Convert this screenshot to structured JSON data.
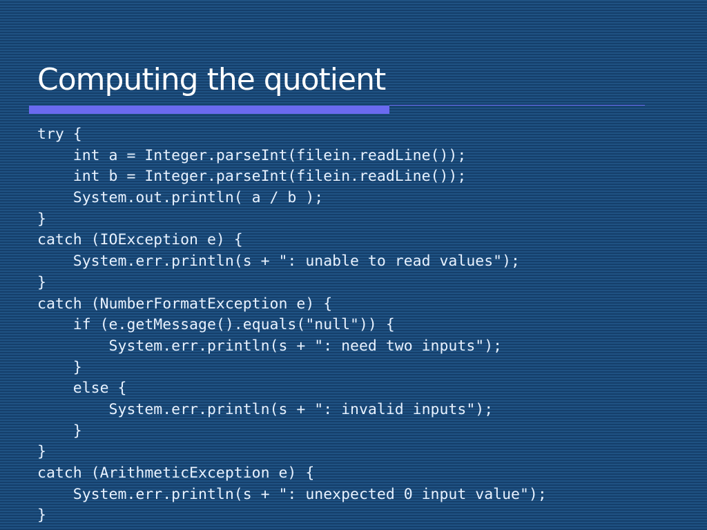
{
  "slide": {
    "title": "Computing the quotient",
    "code_lines": [
      "try {",
      "    int a = Integer.parseInt(filein.readLine());",
      "    int b = Integer.parseInt(filein.readLine());",
      "    System.out.println( a / b );",
      "}",
      "catch (IOException e) {",
      "    System.err.println(s + \": unable to read values\");",
      "}",
      "catch (NumberFormatException e) {",
      "    if (e.getMessage().equals(\"null\")) {",
      "        System.err.println(s + \": need two inputs\");",
      "    }",
      "    else {",
      "        System.err.println(s + \": invalid inputs\");",
      "    }",
      "}",
      "catch (ArithmeticException e) {",
      "    System.err.println(s + \": unexpected 0 input value\");",
      "}"
    ]
  },
  "colors": {
    "background": "#1a4a7a",
    "title_text": "#ffffff",
    "code_text": "#e8f2ff",
    "accent_rule": "#6a6af0"
  }
}
